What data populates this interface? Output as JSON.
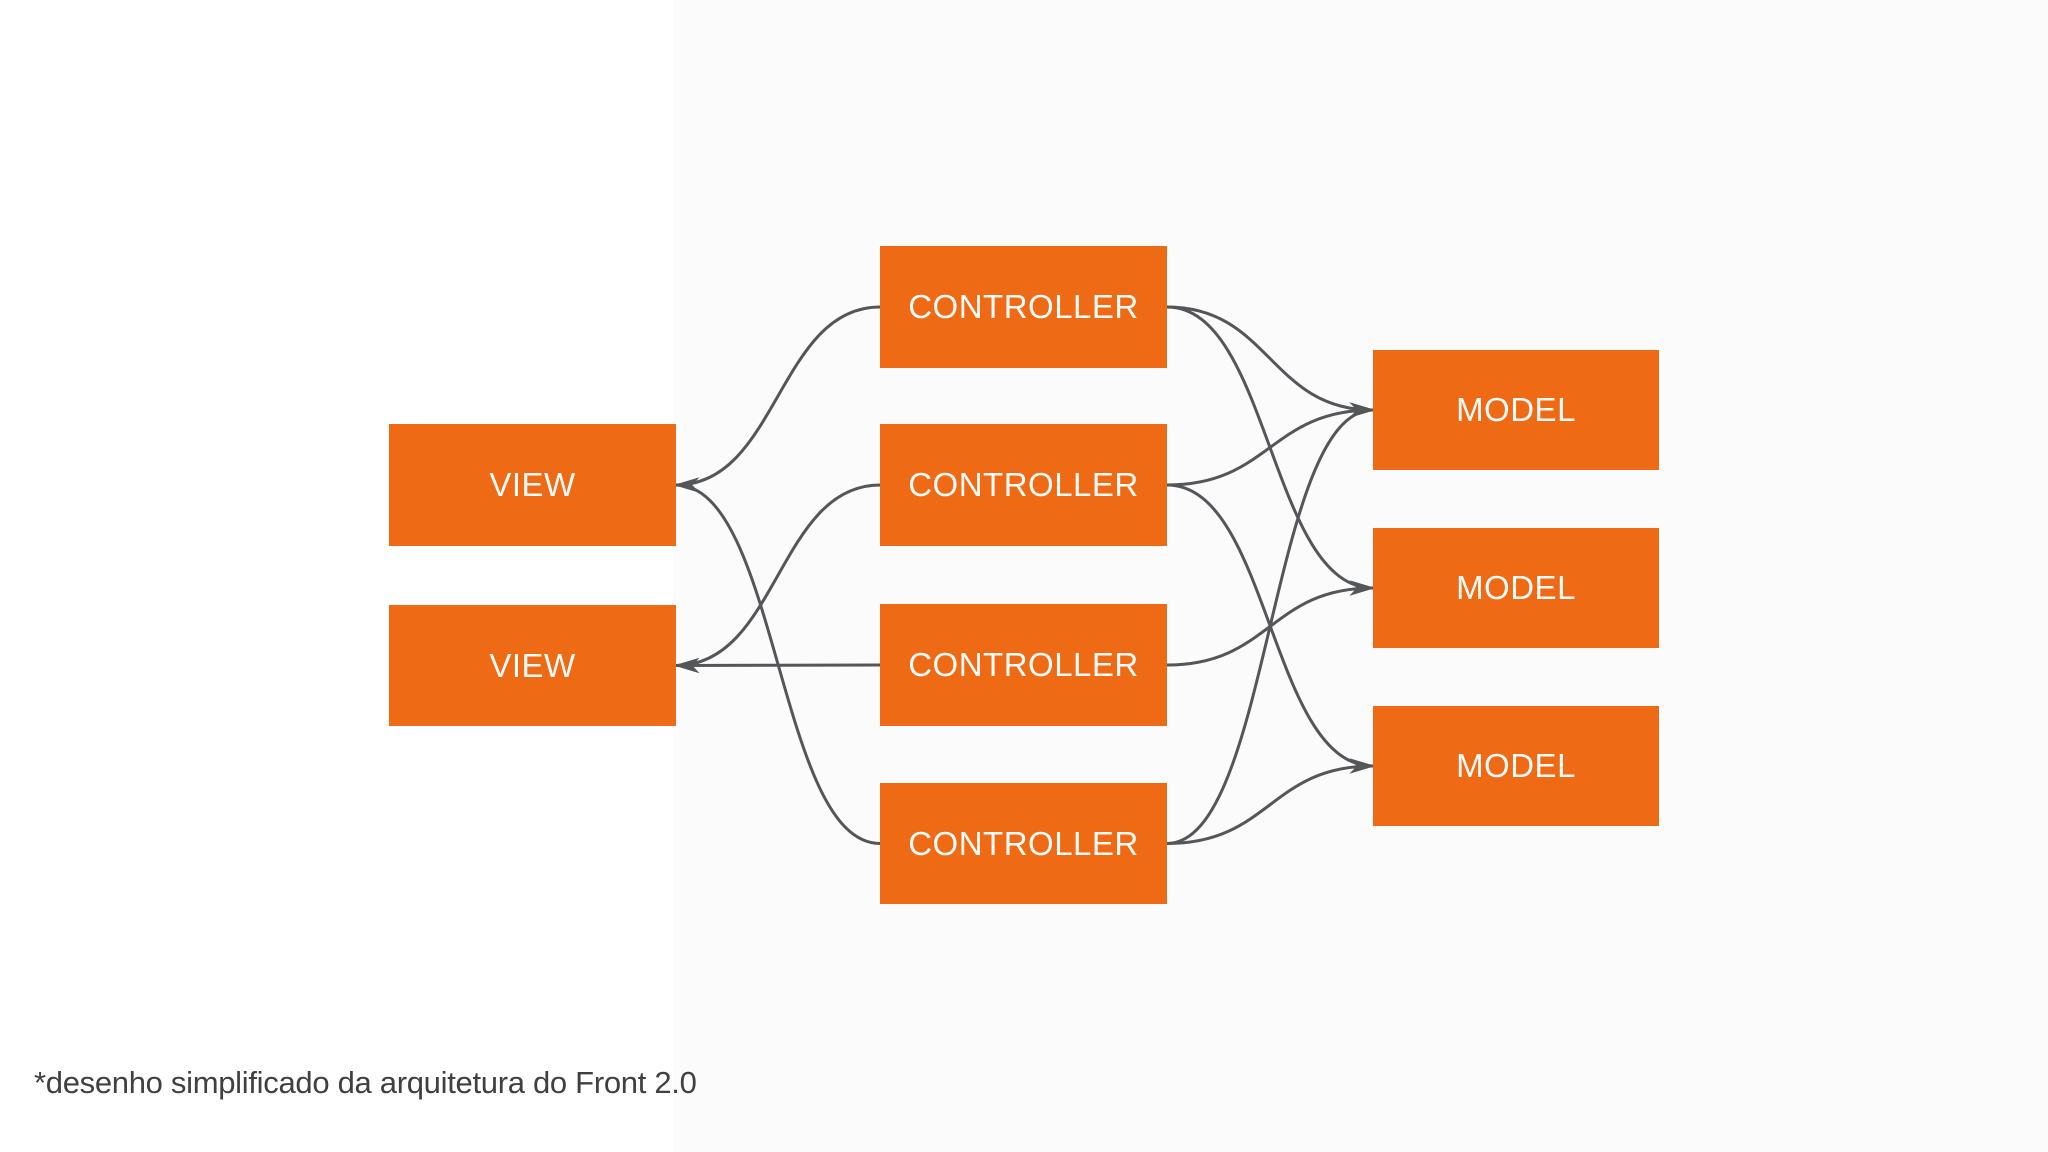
{
  "diagram": {
    "caption": "*desenho simplificado da arquitetura do Front 2.0",
    "nodes": [
      {
        "id": "view-1",
        "label": "VIEW"
      },
      {
        "id": "view-2",
        "label": "VIEW"
      },
      {
        "id": "controller-1",
        "label": "CONTROLLER"
      },
      {
        "id": "controller-2",
        "label": "CONTROLLER"
      },
      {
        "id": "controller-3",
        "label": "CONTROLLER"
      },
      {
        "id": "controller-4",
        "label": "CONTROLLER"
      },
      {
        "id": "model-1",
        "label": "MODEL"
      },
      {
        "id": "model-2",
        "label": "MODEL"
      },
      {
        "id": "model-3",
        "label": "MODEL"
      }
    ],
    "connections": [
      {
        "from": "controller-1",
        "to": "view-1"
      },
      {
        "from": "controller-2",
        "to": "view-2"
      },
      {
        "from": "controller-3",
        "to": "view-2"
      },
      {
        "from": "controller-4",
        "to": "view-1"
      },
      {
        "from": "controller-1",
        "to": "model-1"
      },
      {
        "from": "controller-1",
        "to": "model-2"
      },
      {
        "from": "controller-2",
        "to": "model-1"
      },
      {
        "from": "controller-2",
        "to": "model-3"
      },
      {
        "from": "controller-3",
        "to": "model-2"
      },
      {
        "from": "controller-4",
        "to": "model-1"
      },
      {
        "from": "controller-4",
        "to": "model-3"
      }
    ],
    "colors": {
      "node_fill": "#EE6A14",
      "node_text": "#FDFBF9",
      "connector": "#55565A",
      "caption_text": "#3F4042",
      "background": "#FFFFFF",
      "background_right": "#FBFBFB"
    }
  }
}
